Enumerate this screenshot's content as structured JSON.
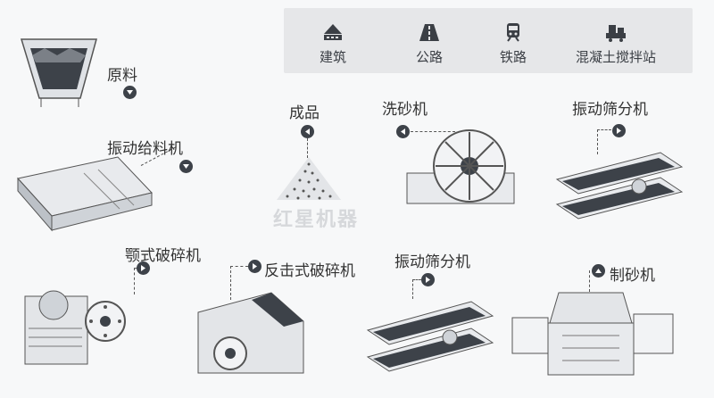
{
  "legend": {
    "items": [
      {
        "label": "建筑",
        "icon": "building-icon"
      },
      {
        "label": "公路",
        "icon": "highway-icon"
      },
      {
        "label": "铁路",
        "icon": "train-icon"
      },
      {
        "label": "混凝土搅拌站",
        "icon": "concrete-mixer-icon"
      }
    ]
  },
  "nodes": {
    "raw": "原料",
    "feeder": "振动给料机",
    "product": "成品",
    "sand_washer": "洗砂机",
    "screen_top": "振动筛分机",
    "jaw": "颚式破碎机",
    "impact": "反击式破碎机",
    "screen_bottom": "振动筛分机",
    "sand_maker": "制砂机"
  },
  "watermark": "红星机器"
}
